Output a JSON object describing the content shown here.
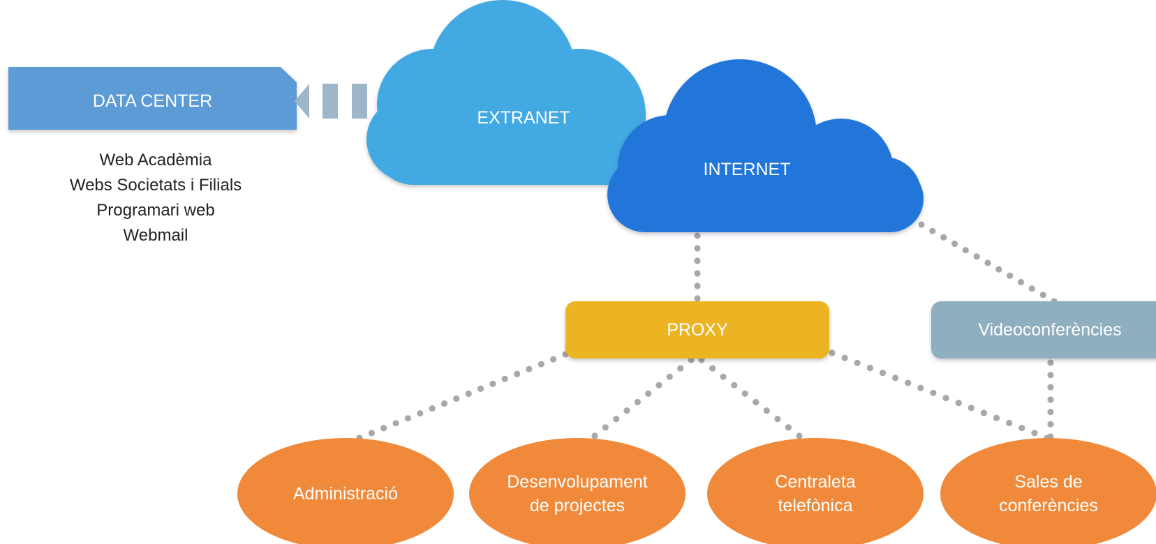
{
  "colors": {
    "datacenter": "#5b9bd5",
    "extranet": "#43a9e2",
    "internet": "#2076d9",
    "proxy": "#ecb422",
    "video": "#8faebf",
    "endpoints": "#f08a3a",
    "dots": "#a8a8a8",
    "stripes": "#9db6c8"
  },
  "datacenter": {
    "label": "DATA CENTER",
    "services": [
      "Web Acadèmia",
      "Webs Societats i Filials",
      "Programari web",
      "Webmail"
    ]
  },
  "clouds": {
    "extranet": "EXTRANET",
    "internet": "INTERNET"
  },
  "proxy": {
    "label": "PROXY"
  },
  "video": {
    "label": "Videoconferències"
  },
  "endpoints": [
    {
      "line1": "Administració",
      "line2": ""
    },
    {
      "line1": "Desenvolupament",
      "line2": "de projectes"
    },
    {
      "line1": "Centraleta",
      "line2": "telefònica"
    },
    {
      "line1": "Sales de",
      "line2": "conferències"
    }
  ]
}
